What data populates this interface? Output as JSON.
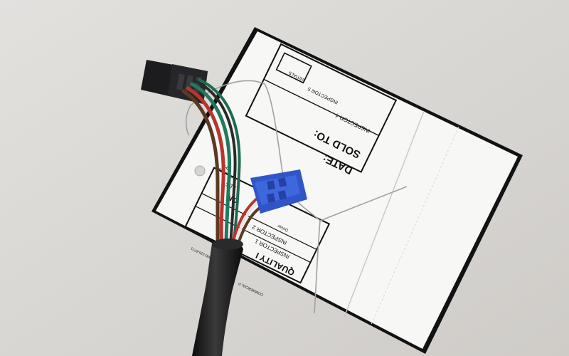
{
  "tag": {
    "date_label": "DATE:",
    "sold_to_label": "SOLD TO:",
    "inspector_4": "INSPECTOR 4",
    "inspector_5": "INSPECTOR 5",
    "initials_5": "INITIALS",
    "inspector_1": "INSPECTOR 1",
    "inspector_2": "INSPECTOR 2",
    "quality_label": "QUALITY I",
    "passenger": "Passeng",
    "driver": "Driver",
    "commercial": "COMMERCIAL P",
    "phone": "DEPT 1-800-225-6771",
    "row_a": "ALS",
    "row_b": "ON",
    "row_c": "RH"
  },
  "colors": {
    "background": "#d8d6d3",
    "tag": "#f7f7f5",
    "tag_edge": "#151515",
    "connector_blue": "#2f55c8",
    "connector_black": "#1c1c1e",
    "sheath": "#141414",
    "wire_red": "#b8352e",
    "wire_green": "#1f7a5e",
    "wire_brown": "#5b3a22",
    "wire_white": "#e8e8e6"
  }
}
